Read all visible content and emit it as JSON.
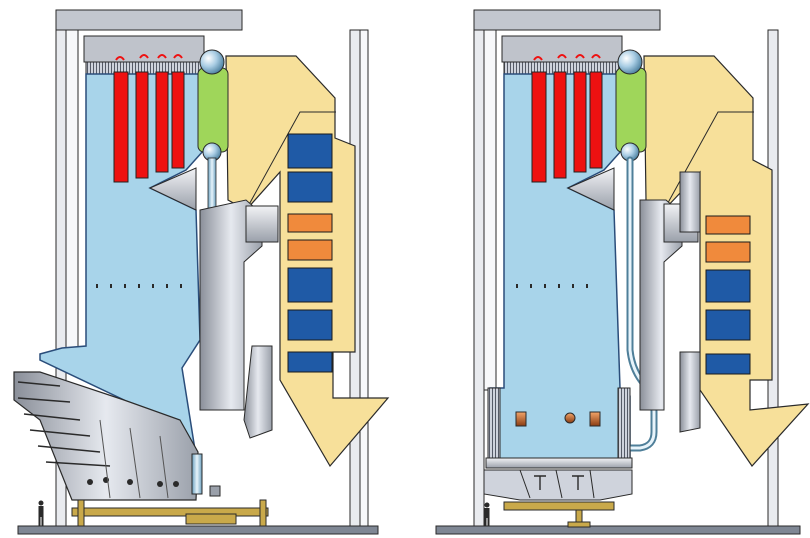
{
  "figure": {
    "panels": [
      {
        "id": "left",
        "burner_type": "wall and hopper-mounted burners"
      },
      {
        "id": "right",
        "burner_type": "bottom-mounted burners"
      }
    ],
    "colors": {
      "furnace_gas": "#a8d4ea",
      "steel_gray": "#cfd3dc",
      "superheater_red": "#ee1111",
      "economizer_blue": "#1f5aa6",
      "reheater_orange": "#f08a3c",
      "drum_green": "#9fd65a",
      "flue_yellow": "#f7e09a",
      "support_gold": "#c9a94a",
      "outline": "#2a2a2a"
    }
  }
}
